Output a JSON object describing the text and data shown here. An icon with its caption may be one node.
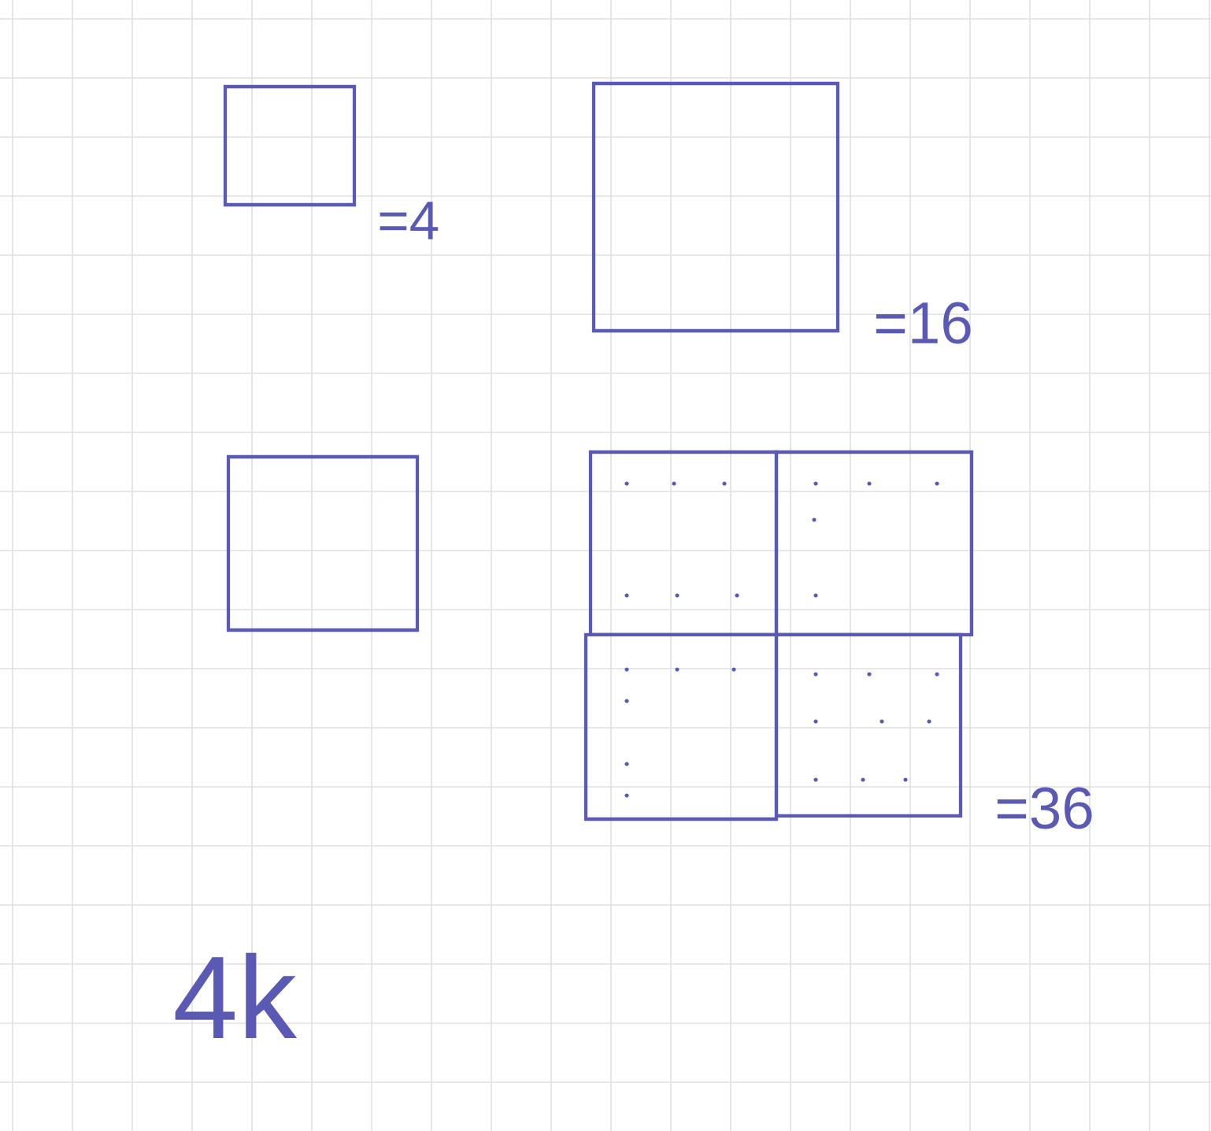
{
  "diagram": {
    "labels": [
      "=4",
      "=16",
      "=36",
      "4k"
    ]
  }
}
